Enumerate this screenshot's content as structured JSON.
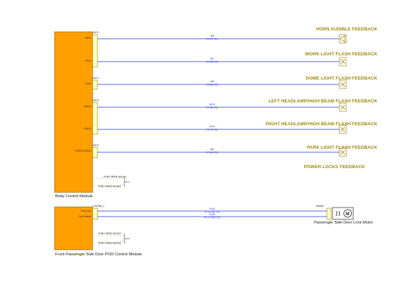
{
  "colors": {
    "module_fill": "#ffa000",
    "wire": "#1a2fd6",
    "connector": "#ffffc0",
    "label_text": "#a08a10",
    "stub": "#c8b040"
  },
  "bcm": {
    "name": "Body Control Module",
    "connectors": [
      "14C3",
      "14C4",
      "14C5",
      "14C6"
    ],
    "pins": [
      "C3H1",
      "C3H1",
      "C4A4",
      "C5A13",
      "C5A11",
      "C6E5 (C6E11)"
    ],
    "stub_labels": [
      "FDRV WIRE Monitor",
      "FDRV WIRE Monitor"
    ]
  },
  "feedbacks": [
    {
      "label": "HORN AUDIBLE FEEDBACK",
      "icon": "speaker-icon",
      "wire_code": "489",
      "wire_desc": "YE OT YEL"
    },
    {
      "label": "WORK LIGHT FLASH FEEDBACK",
      "icon": "lamp-icon",
      "wire_code": "487",
      "wire_desc": "YE GN YEL"
    },
    {
      "label": "DOME LIGHT FLASH FEEDBACK",
      "icon": "lamp-icon",
      "wire_code": "489",
      "wire_desc": "YE BN YEL"
    },
    {
      "label": "LEFT HEADLAMP/HIGH BEAM FLASH FEEDBACK",
      "icon": "lamp-icon",
      "wire_code": "A474",
      "wire_desc": "YE BU YEL"
    },
    {
      "label": "RIGHT HEADLAMP/HIGH BEAM FLASH FEEDBACK",
      "icon": "lamp-icon",
      "wire_code": "A475",
      "wire_desc": "YE YE YEL"
    },
    {
      "label": "PARK LIGHT FLASH FEEDBACK",
      "icon": "lamp-icon",
      "wire_code": "486",
      "wire_desc": "YE WH YEL"
    }
  ],
  "power_locks": {
    "label": "POWER LOCKS FEEDBACK"
  },
  "pod": {
    "name": "Front Passenger Side Door POD Control Module",
    "connector": "C3278B_1",
    "pins": [
      "Pwr Lock",
      "Pwr Unlock"
    ],
    "stub_labels": [
      "FDRV WIRE Monitor",
      "FDRV WIRE Monitor"
    ]
  },
  "motor": {
    "name": "Passenger Side Door Lock Motor",
    "connector": "3933M",
    "icon": "motor-icon"
  },
  "pod_wires": [
    {
      "code": "P432",
      "desc": "YE GY BU YEL"
    },
    {
      "code": "P433",
      "desc": "YE GY WH YEL"
    }
  ]
}
